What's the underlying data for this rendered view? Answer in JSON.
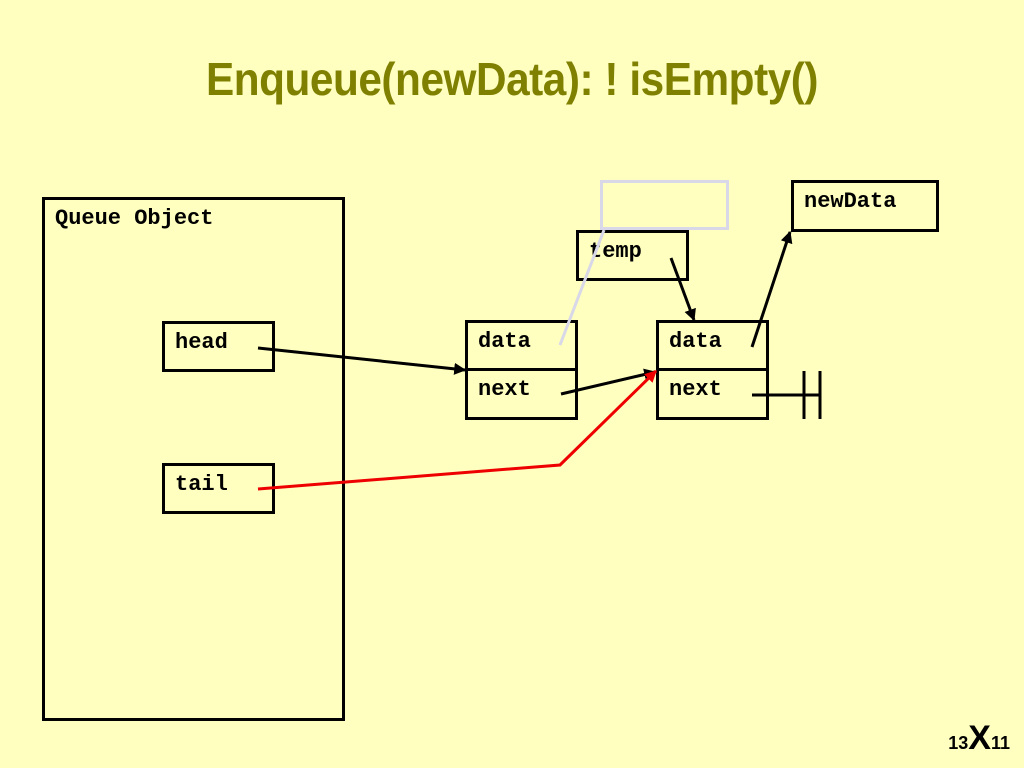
{
  "slide": {
    "title": "Enqueue(newData): ! isEmpty()",
    "title_color": "#808000",
    "background": "#ffffc0"
  },
  "queue_object": {
    "label": "Queue Object"
  },
  "fields": {
    "head": "head",
    "tail": "tail",
    "temp": "temp",
    "new_data": "newData"
  },
  "nodes": [
    {
      "data": "data",
      "next": "next"
    },
    {
      "data": "data",
      "next": "next"
    }
  ],
  "colors": {
    "pointer": "#000000",
    "new_pointer": "#ee0000",
    "ghost": "#d8d8e8"
  },
  "page_number": {
    "left": "13",
    "mid": "X",
    "right": "11"
  }
}
